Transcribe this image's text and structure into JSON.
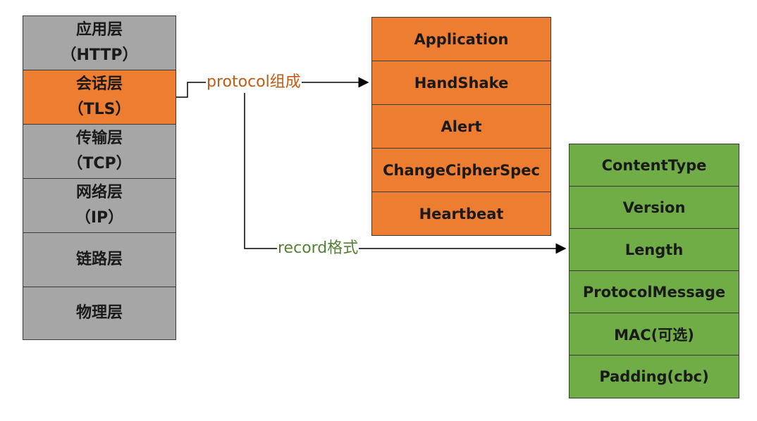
{
  "layers": [
    {
      "name": "应用层",
      "sub": "（HTTP）",
      "color": "#a6a6a6"
    },
    {
      "name": "会话层",
      "sub": "（TLS）",
      "color": "#ed7d31"
    },
    {
      "name": "传输层",
      "sub": "（TCP）",
      "color": "#a6a6a6"
    },
    {
      "name": "网络层",
      "sub": "（IP）",
      "color": "#a6a6a6"
    },
    {
      "name": "链路层",
      "sub": "",
      "color": "#a6a6a6"
    },
    {
      "name": "物理层",
      "sub": "",
      "color": "#a6a6a6"
    }
  ],
  "protocol": {
    "label": "protocol组成",
    "label_color": "#c55a11",
    "color": "#ed7d31",
    "items": [
      "Application",
      "HandShake",
      "Alert",
      "ChangeCipherSpec",
      "Heartbeat"
    ]
  },
  "record": {
    "label": "record格式",
    "label_color": "#548235",
    "color": "#70ad47",
    "items": [
      "ContentType",
      "Version",
      "Length",
      "ProtocolMessage",
      "MAC(可选)",
      "Padding(cbc)"
    ]
  }
}
